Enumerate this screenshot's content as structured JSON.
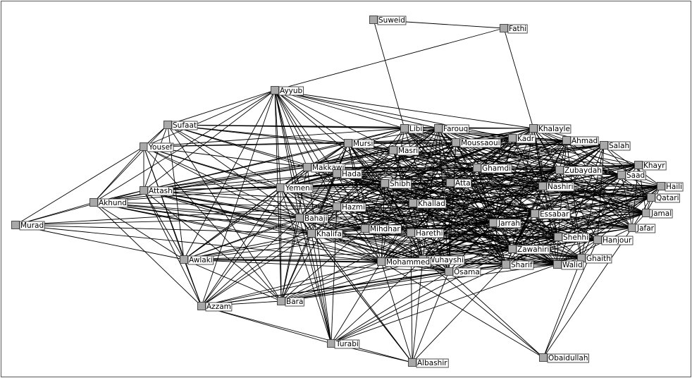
{
  "network": {
    "nodes": [
      {
        "id": "Suweid"
      },
      {
        "id": "Fathi"
      },
      {
        "id": "Ayyub"
      },
      {
        "id": "Sufaat"
      },
      {
        "id": "Yousef"
      },
      {
        "id": "Libi"
      },
      {
        "id": "Farouq"
      },
      {
        "id": "Khalayle"
      },
      {
        "id": "Kadr"
      },
      {
        "id": "Ahmad"
      },
      {
        "id": "Salah"
      },
      {
        "id": "Mursi"
      },
      {
        "id": "Masri"
      },
      {
        "id": "Moussaoui"
      },
      {
        "id": "Khayr"
      },
      {
        "id": "Makkawi"
      },
      {
        "id": "Hada"
      },
      {
        "id": "Ghamdi"
      },
      {
        "id": "Zubaydah"
      },
      {
        "id": "Saad"
      },
      {
        "id": "Haili"
      },
      {
        "id": "Attash"
      },
      {
        "id": "Yemeni"
      },
      {
        "id": "Shibh"
      },
      {
        "id": "Atta"
      },
      {
        "id": "Nashiri"
      },
      {
        "id": "Qatari"
      },
      {
        "id": "Akhund"
      },
      {
        "id": "Hazmi"
      },
      {
        "id": "Khallad"
      },
      {
        "id": "Murad"
      },
      {
        "id": "Bahaji"
      },
      {
        "id": "Essabar"
      },
      {
        "id": "Jamal"
      },
      {
        "id": "Khalifa"
      },
      {
        "id": "Mihdhar"
      },
      {
        "id": "Harethi"
      },
      {
        "id": "Jarrah"
      },
      {
        "id": "Jafar"
      },
      {
        "id": "Shehhi"
      },
      {
        "id": "Hanjour"
      },
      {
        "id": "Zawahiri"
      },
      {
        "id": "Wuhayshi"
      },
      {
        "id": "Ghaith"
      },
      {
        "id": "Awlaki"
      },
      {
        "id": "Mohammed"
      },
      {
        "id": "Sharif"
      },
      {
        "id": "Walid"
      },
      {
        "id": "Osama"
      },
      {
        "id": "Azzam"
      },
      {
        "id": "Bara"
      },
      {
        "id": "Turabi"
      },
      {
        "id": "Obaidullah"
      },
      {
        "id": "Albashir"
      }
    ],
    "labels": {
      "Suweid": "Suweid",
      "Fathi": "Fathi",
      "Ayyub": "Ayyub",
      "Sufaat": "Sufaat",
      "Yousef": "Yousef",
      "Libi": "Libi",
      "Farouq": "Farouq",
      "Khalayle": "Khalayle",
      "Kadr": "Kadr",
      "Ahmad": "Ahmad",
      "Salah": "Salah",
      "Mursi": "Mursi",
      "Masri": "Masri",
      "Moussaoui": "Moussaoui",
      "Khayr": "Khayr",
      "Makkawi": "Makkawi",
      "Hada": "Hada",
      "Ghamdi": "Ghamdi",
      "Zubaydah": "Zubaydah",
      "Saad": "Saad",
      "Haili": "Haili",
      "Attash": "Attash",
      "Yemeni": "Yemeni",
      "Shibh": "Shibh",
      "Atta": "Atta",
      "Nashiri": "Nashiri",
      "Qatari": "Qatari",
      "Akhund": "Akhund",
      "Hazmi": "Hazmi",
      "Khallad": "Khallad",
      "Murad": "Murad",
      "Bahaji": "Bahaji",
      "Essabar": "Essabar",
      "Jamal": "Jamal",
      "Khalifa": "Khalifa",
      "Mihdhar": "Mihdhar",
      "Harethi": "Harethi",
      "Jarrah": "Jarrah",
      "Jafar": "Jafar",
      "Shehhi": "Shehhi",
      "Hanjour": "Hanjour",
      "Zawahiri": "Zawahiri",
      "Wuhayshi": "Wuhayshi",
      "Ghaith": "Ghaith",
      "Awlaki": "Awlaki",
      "Mohammed": "Mohammed",
      "Sharif": "Sharif",
      "Walid": "Walid",
      "Osama": "Osama",
      "Azzam": "Azzam",
      "Bara": "Bara",
      "Turabi": "Turabi",
      "Obaidullah": "Obaidullah",
      "Albashir": "Albashir"
    },
    "core": [
      "Libi",
      "Farouq",
      "Khalayle",
      "Kadr",
      "Ahmad",
      "Salah",
      "Mursi",
      "Masri",
      "Moussaoui",
      "Khayr",
      "Makkawi",
      "Hada",
      "Ghamdi",
      "Zubaydah",
      "Saad",
      "Haili",
      "Shibh",
      "Atta",
      "Nashiri",
      "Qatari",
      "Hazmi",
      "Khallad",
      "Bahaji",
      "Essabar",
      "Jamal",
      "Khalifa",
      "Mihdhar",
      "Harethi",
      "Jarrah",
      "Jafar",
      "Shehhi",
      "Hanjour",
      "Zawahiri",
      "Wuhayshi",
      "Ghaith",
      "Mohammed",
      "Sharif",
      "Walid",
      "Osama",
      "Yemeni"
    ],
    "edges": [
      [
        "Suweid",
        "Fathi"
      ],
      [
        "Suweid",
        "Libi"
      ],
      [
        "Fathi",
        "Ayyub"
      ],
      [
        "Fathi",
        "Khalayle"
      ],
      [
        "Ayyub",
        "Sufaat"
      ],
      [
        "Ayyub",
        "Yousef"
      ],
      [
        "Ayyub",
        "Attash"
      ],
      [
        "Ayyub",
        "Akhund"
      ],
      [
        "Ayyub",
        "Yemeni"
      ],
      [
        "Ayyub",
        "Makkawi"
      ],
      [
        "Ayyub",
        "Mursi"
      ],
      [
        "Ayyub",
        "Libi"
      ],
      [
        "Ayyub",
        "Farouq"
      ],
      [
        "Ayyub",
        "Khalayle"
      ],
      [
        "Ayyub",
        "Kadr"
      ],
      [
        "Ayyub",
        "Masri"
      ],
      [
        "Ayyub",
        "Hada"
      ],
      [
        "Ayyub",
        "Bahaji"
      ],
      [
        "Ayyub",
        "Khalifa"
      ],
      [
        "Ayyub",
        "Awlaki"
      ],
      [
        "Ayyub",
        "Bara"
      ],
      [
        "Ayyub",
        "Azzam"
      ],
      [
        "Ayyub",
        "Mohammed"
      ],
      [
        "Ayyub",
        "Turabi"
      ],
      [
        "Ayyub",
        "Hazmi"
      ],
      [
        "Ayyub",
        "Shibh"
      ],
      [
        "Sufaat",
        "Yousef"
      ],
      [
        "Sufaat",
        "Attash"
      ],
      [
        "Sufaat",
        "Akhund"
      ],
      [
        "Sufaat",
        "Yemeni"
      ],
      [
        "Sufaat",
        "Makkawi"
      ],
      [
        "Sufaat",
        "Mursi"
      ],
      [
        "Sufaat",
        "Libi"
      ],
      [
        "Sufaat",
        "Farouq"
      ],
      [
        "Sufaat",
        "Khalayle"
      ],
      [
        "Sufaat",
        "Bahaji"
      ],
      [
        "Sufaat",
        "Awlaki"
      ],
      [
        "Sufaat",
        "Bara"
      ],
      [
        "Sufaat",
        "Hada"
      ],
      [
        "Sufaat",
        "Masri"
      ],
      [
        "Yousef",
        "Murad"
      ],
      [
        "Yousef",
        "Attash"
      ],
      [
        "Yousef",
        "Akhund"
      ],
      [
        "Yousef",
        "Yemeni"
      ],
      [
        "Yousef",
        "Makkawi"
      ],
      [
        "Yousef",
        "Mursi"
      ],
      [
        "Yousef",
        "Libi"
      ],
      [
        "Yousef",
        "Kadr"
      ],
      [
        "Yousef",
        "Bahaji"
      ],
      [
        "Yousef",
        "Awlaki"
      ],
      [
        "Yousef",
        "Bara"
      ],
      [
        "Yousef",
        "Azzam"
      ],
      [
        "Yousef",
        "Khalifa"
      ],
      [
        "Yousef",
        "Hazmi"
      ],
      [
        "Attash",
        "Akhund"
      ],
      [
        "Attash",
        "Murad"
      ],
      [
        "Attash",
        "Yemeni"
      ],
      [
        "Attash",
        "Makkawi"
      ],
      [
        "Attash",
        "Mursi"
      ],
      [
        "Attash",
        "Hada"
      ],
      [
        "Attash",
        "Bahaji"
      ],
      [
        "Attash",
        "Khalifa"
      ],
      [
        "Attash",
        "Awlaki"
      ],
      [
        "Attash",
        "Bara"
      ],
      [
        "Attash",
        "Azzam"
      ],
      [
        "Attash",
        "Mohammed"
      ],
      [
        "Attash",
        "Hazmi"
      ],
      [
        "Attash",
        "Shibh"
      ],
      [
        "Attash",
        "Atta"
      ],
      [
        "Attash",
        "Masri"
      ],
      [
        "Attash",
        "Libi"
      ],
      [
        "Attash",
        "Khallad"
      ],
      [
        "Attash",
        "Mihdhar"
      ],
      [
        "Attash",
        "Harethi"
      ],
      [
        "Attash",
        "Wuhayshi"
      ],
      [
        "Attash",
        "Osama"
      ],
      [
        "Akhund",
        "Murad"
      ],
      [
        "Akhund",
        "Yemeni"
      ],
      [
        "Akhund",
        "Makkawi"
      ],
      [
        "Akhund",
        "Bahaji"
      ],
      [
        "Akhund",
        "Khalifa"
      ],
      [
        "Akhund",
        "Awlaki"
      ],
      [
        "Akhund",
        "Hazmi"
      ],
      [
        "Akhund",
        "Mohammed"
      ],
      [
        "Akhund",
        "Walid"
      ],
      [
        "Akhund",
        "Osama"
      ],
      [
        "Akhund",
        "Masri"
      ],
      [
        "Akhund",
        "Hada"
      ],
      [
        "Akhund",
        "Azzam"
      ],
      [
        "Akhund",
        "Mihdhar"
      ],
      [
        "Murad",
        "Awlaki"
      ],
      [
        "Murad",
        "Bahaji"
      ],
      [
        "Murad",
        "Hazmi"
      ],
      [
        "Murad",
        "Mohammed"
      ],
      [
        "Murad",
        "Khalifa"
      ],
      [
        "Awlaki",
        "Azzam"
      ],
      [
        "Awlaki",
        "Bara"
      ],
      [
        "Awlaki",
        "Yemeni"
      ],
      [
        "Awlaki",
        "Makkawi"
      ],
      [
        "Awlaki",
        "Mursi"
      ],
      [
        "Awlaki",
        "Bahaji"
      ],
      [
        "Awlaki",
        "Khalifa"
      ],
      [
        "Awlaki",
        "Mohammed"
      ],
      [
        "Awlaki",
        "Osama"
      ],
      [
        "Awlaki",
        "Walid"
      ],
      [
        "Awlaki",
        "Sharif"
      ],
      [
        "Awlaki",
        "Hazmi"
      ],
      [
        "Awlaki",
        "Mihdhar"
      ],
      [
        "Awlaki",
        "Wuhayshi"
      ],
      [
        "Awlaki",
        "Harethi"
      ],
      [
        "Awlaki",
        "Zawahiri"
      ],
      [
        "Azzam",
        "Bara"
      ],
      [
        "Azzam",
        "Turabi"
      ],
      [
        "Azzam",
        "Albashir"
      ],
      [
        "Azzam",
        "Bahaji"
      ],
      [
        "Azzam",
        "Khalifa"
      ],
      [
        "Azzam",
        "Mohammed"
      ],
      [
        "Azzam",
        "Osama"
      ],
      [
        "Azzam",
        "Yemeni"
      ],
      [
        "Azzam",
        "Makkawi"
      ],
      [
        "Azzam",
        "Hazmi"
      ],
      [
        "Azzam",
        "Wuhayshi"
      ],
      [
        "Azzam",
        "Sharif"
      ],
      [
        "Bara",
        "Bahaji"
      ],
      [
        "Bara",
        "Khalifa"
      ],
      [
        "Bara",
        "Mohammed"
      ],
      [
        "Bara",
        "Osama"
      ],
      [
        "Bara",
        "Yemeni"
      ],
      [
        "Bara",
        "Makkawi"
      ],
      [
        "Bara",
        "Hazmi"
      ],
      [
        "Bara",
        "Wuhayshi"
      ],
      [
        "Bara",
        "Walid"
      ],
      [
        "Bara",
        "Sharif"
      ],
      [
        "Bara",
        "Mihdhar"
      ],
      [
        "Bara",
        "Harethi"
      ],
      [
        "Bara",
        "Zawahiri"
      ],
      [
        "Bara",
        "Mursi"
      ],
      [
        "Turabi",
        "Albashir"
      ],
      [
        "Turabi",
        "Bahaji"
      ],
      [
        "Turabi",
        "Khalifa"
      ],
      [
        "Turabi",
        "Mohammed"
      ],
      [
        "Turabi",
        "Osama"
      ],
      [
        "Turabi",
        "Yemeni"
      ],
      [
        "Turabi",
        "Makkawi"
      ],
      [
        "Turabi",
        "Wuhayshi"
      ],
      [
        "Turabi",
        "Sharif"
      ],
      [
        "Turabi",
        "Walid"
      ],
      [
        "Turabi",
        "Zawahiri"
      ],
      [
        "Turabi",
        "Hazmi"
      ],
      [
        "Albashir",
        "Mohammed"
      ],
      [
        "Albashir",
        "Osama"
      ],
      [
        "Albashir",
        "Wuhayshi"
      ],
      [
        "Albashir",
        "Khalifa"
      ],
      [
        "Albashir",
        "Bahaji"
      ],
      [
        "Albashir",
        "Sharif"
      ],
      [
        "Albashir",
        "Yemeni"
      ],
      [
        "Albashir",
        "Harethi"
      ],
      [
        "Obaidullah",
        "Osama"
      ],
      [
        "Obaidullah",
        "Mohammed"
      ],
      [
        "Obaidullah",
        "Hanjour"
      ],
      [
        "Obaidullah",
        "Ghaith"
      ],
      [
        "Obaidullah",
        "Jafar"
      ],
      [
        "Obaidullah",
        "Wuhayshi"
      ]
    ]
  }
}
